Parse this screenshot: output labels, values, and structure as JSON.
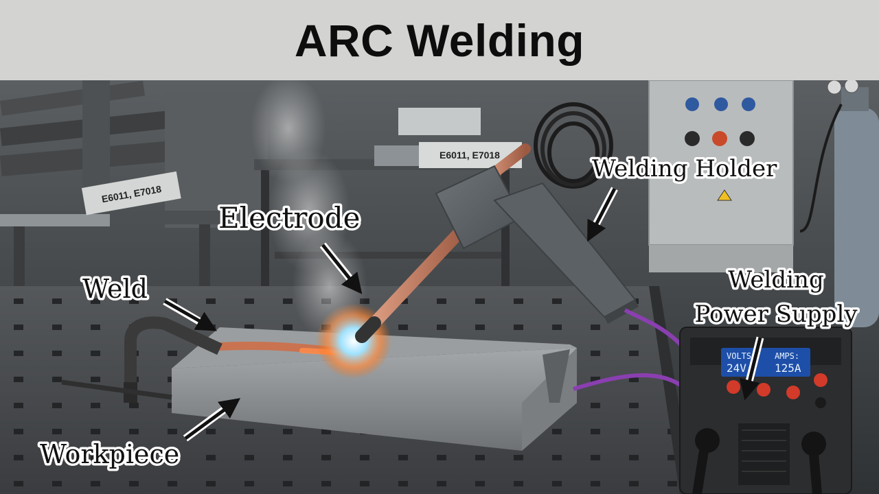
{
  "header": {
    "title": "ARC Welding"
  },
  "labels": {
    "welding_holder": "Welding Holder",
    "electrode": "Electrode",
    "weld": "Weld",
    "workpiece": "Workpiece",
    "welding_power_supply_line1": "Welding",
    "welding_power_supply_line2": "Power Supply"
  },
  "scene_text": {
    "electrode_box_1": "E6011, E7018",
    "electrode_box_2": "E6011, E7018",
    "lcd_volts_label": "VOLTS:",
    "lcd_volts_value": "24V",
    "lcd_amps_label": "AMPS:",
    "lcd_amps_value": "125A"
  },
  "colors": {
    "header_bg": "#d3d3d1",
    "cable": "#8a3fb0",
    "electrode": "#c9826a",
    "arc": "#7fd4ff"
  },
  "icons": [
    "arrow-icon",
    "warning-triangle-icon"
  ]
}
